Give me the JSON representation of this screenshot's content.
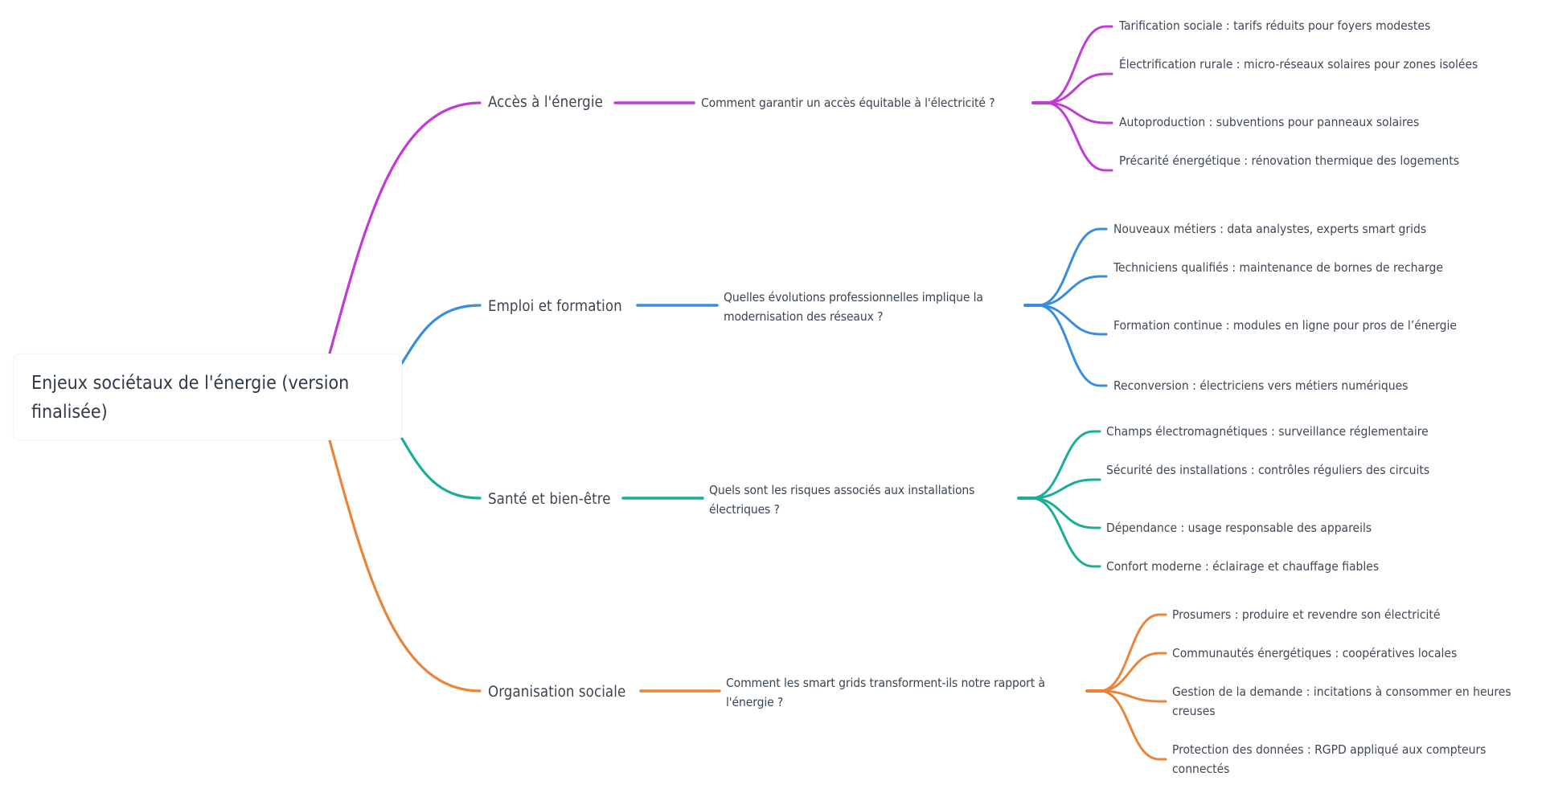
{
  "root": {
    "title_line1": "Enjeux sociétaux de l'énergie (version",
    "title_line2": "finalisée)"
  },
  "colors": {
    "access": "#c13bd6",
    "employment": "#3a8ddc",
    "health": "#1aae98",
    "organisation": "#e8853b"
  },
  "branches": [
    {
      "label": "Accès à l'énergie",
      "color_key": "access",
      "question": "Comment garantir un accès équitable à l'électricité ?",
      "leaves": [
        "Tarification sociale : tarifs réduits pour foyers modestes",
        "Électrification rurale : micro-réseaux solaires pour zones isolées",
        "Autoproduction : subventions pour panneaux solaires",
        "Précarité énergétique : rénovation thermique des logements"
      ]
    },
    {
      "label": "Emploi et formation",
      "color_key": "employment",
      "question": "Quelles évolutions professionnelles implique la modernisation des réseaux ?",
      "leaves": [
        "Nouveaux métiers : data analystes, experts smart grids",
        "Techniciens qualifiés : maintenance de bornes de recharge",
        "Formation continue : modules en ligne pour pros de l’énergie",
        "Reconversion : électriciens vers métiers numériques"
      ]
    },
    {
      "label": "Santé et bien-être",
      "color_key": "health",
      "question": "Quels sont les risques associés aux installations électriques ?",
      "leaves": [
        "Champs électromagnétiques : surveillance réglementaire",
        "Sécurité des installations : contrôles réguliers des circuits",
        "Dépendance : usage responsable des appareils",
        "Confort moderne : éclairage et chauffage fiables"
      ]
    },
    {
      "label": "Organisation sociale",
      "color_key": "organisation",
      "question": "Comment les smart grids transforment-ils notre rapport à l'énergie ?",
      "leaves": [
        "Prosumers : produire et revendre son électricité",
        "Communautés énergétiques : coopératives locales",
        "Gestion de la demande : incitations à consommer en heures creuses",
        "Protection des données : RGPD appliqué aux compteurs connectés"
      ]
    }
  ]
}
